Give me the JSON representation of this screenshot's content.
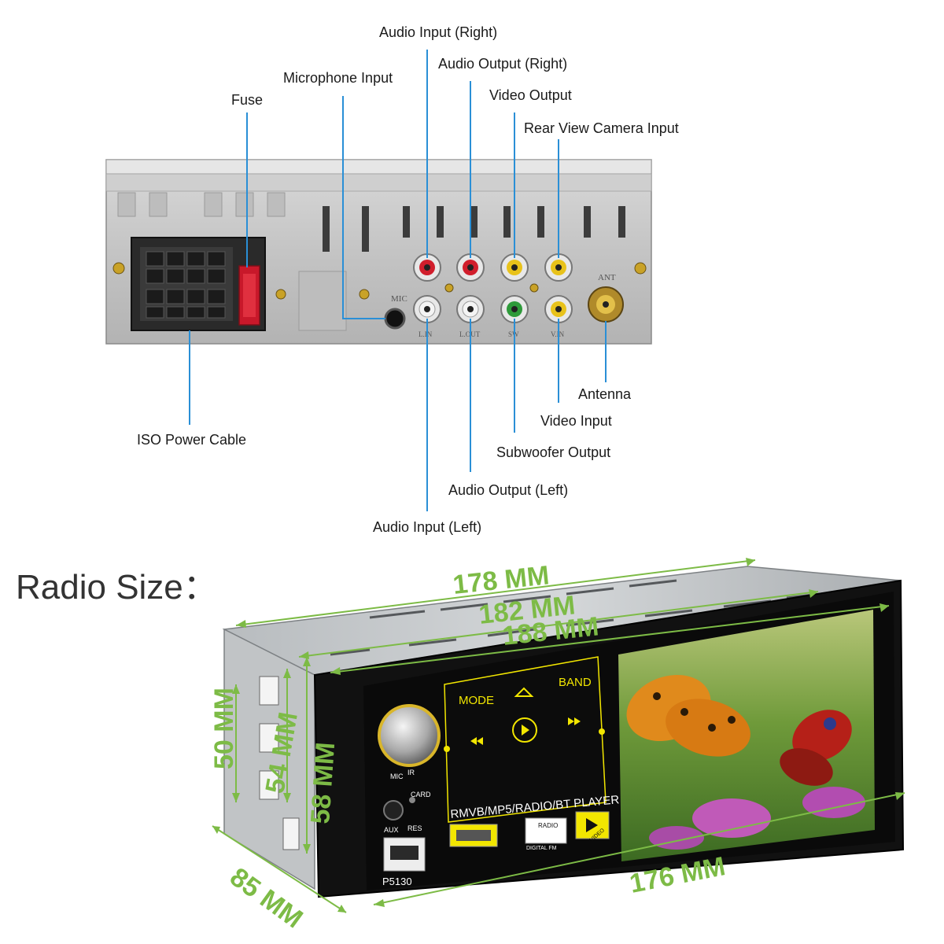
{
  "connector_labels": {
    "audio_input_right": "Audio Input (Right)",
    "audio_output_right": "Audio Output (Right)",
    "microphone_input": "Microphone Input",
    "video_output": "Video Output",
    "fuse": "Fuse",
    "rear_view_camera_input": "Rear View Camera Input",
    "antenna": "Antenna",
    "video_input": "Video Input",
    "subwoofer_output": "Subwoofer Output",
    "iso_power_cable": "ISO Power Cable",
    "audio_output_left": "Audio Output (Left)",
    "audio_input_left": "Audio Input (Left)"
  },
  "back_panel_markings": {
    "mic": "MIC",
    "ant": "ANT",
    "l_in": "L.IN",
    "l_out": "L.OUT",
    "sw": "SW",
    "v_in": "V.IN"
  },
  "section_title": "Radio Size：",
  "dimensions": {
    "depth_top_1": "178 MM",
    "depth_top_2": "182 MM",
    "depth_top_3": "188 MM",
    "height_1": "50 MM",
    "height_2": "54 MM",
    "height_3": "58 MM",
    "front_width": "176 MM",
    "side_depth": "85 MM"
  },
  "front_panel": {
    "mode": "MODE",
    "band": "BAND",
    "mic": "MIC",
    "ir": "IR",
    "card": "CARD",
    "aux": "AUX",
    "res": "RES",
    "model": "P5130",
    "player_text": "RMVB/MP5/RADIO/BT PLAYER",
    "radio_badge": "RADIO",
    "digital_fm": "DIGITAL FM",
    "video_badge": "VIDEO"
  },
  "colors": {
    "callout_line": "#2a8fd6",
    "dimension_green": "#7dbb46",
    "screen_yellow": "#f2e600"
  }
}
